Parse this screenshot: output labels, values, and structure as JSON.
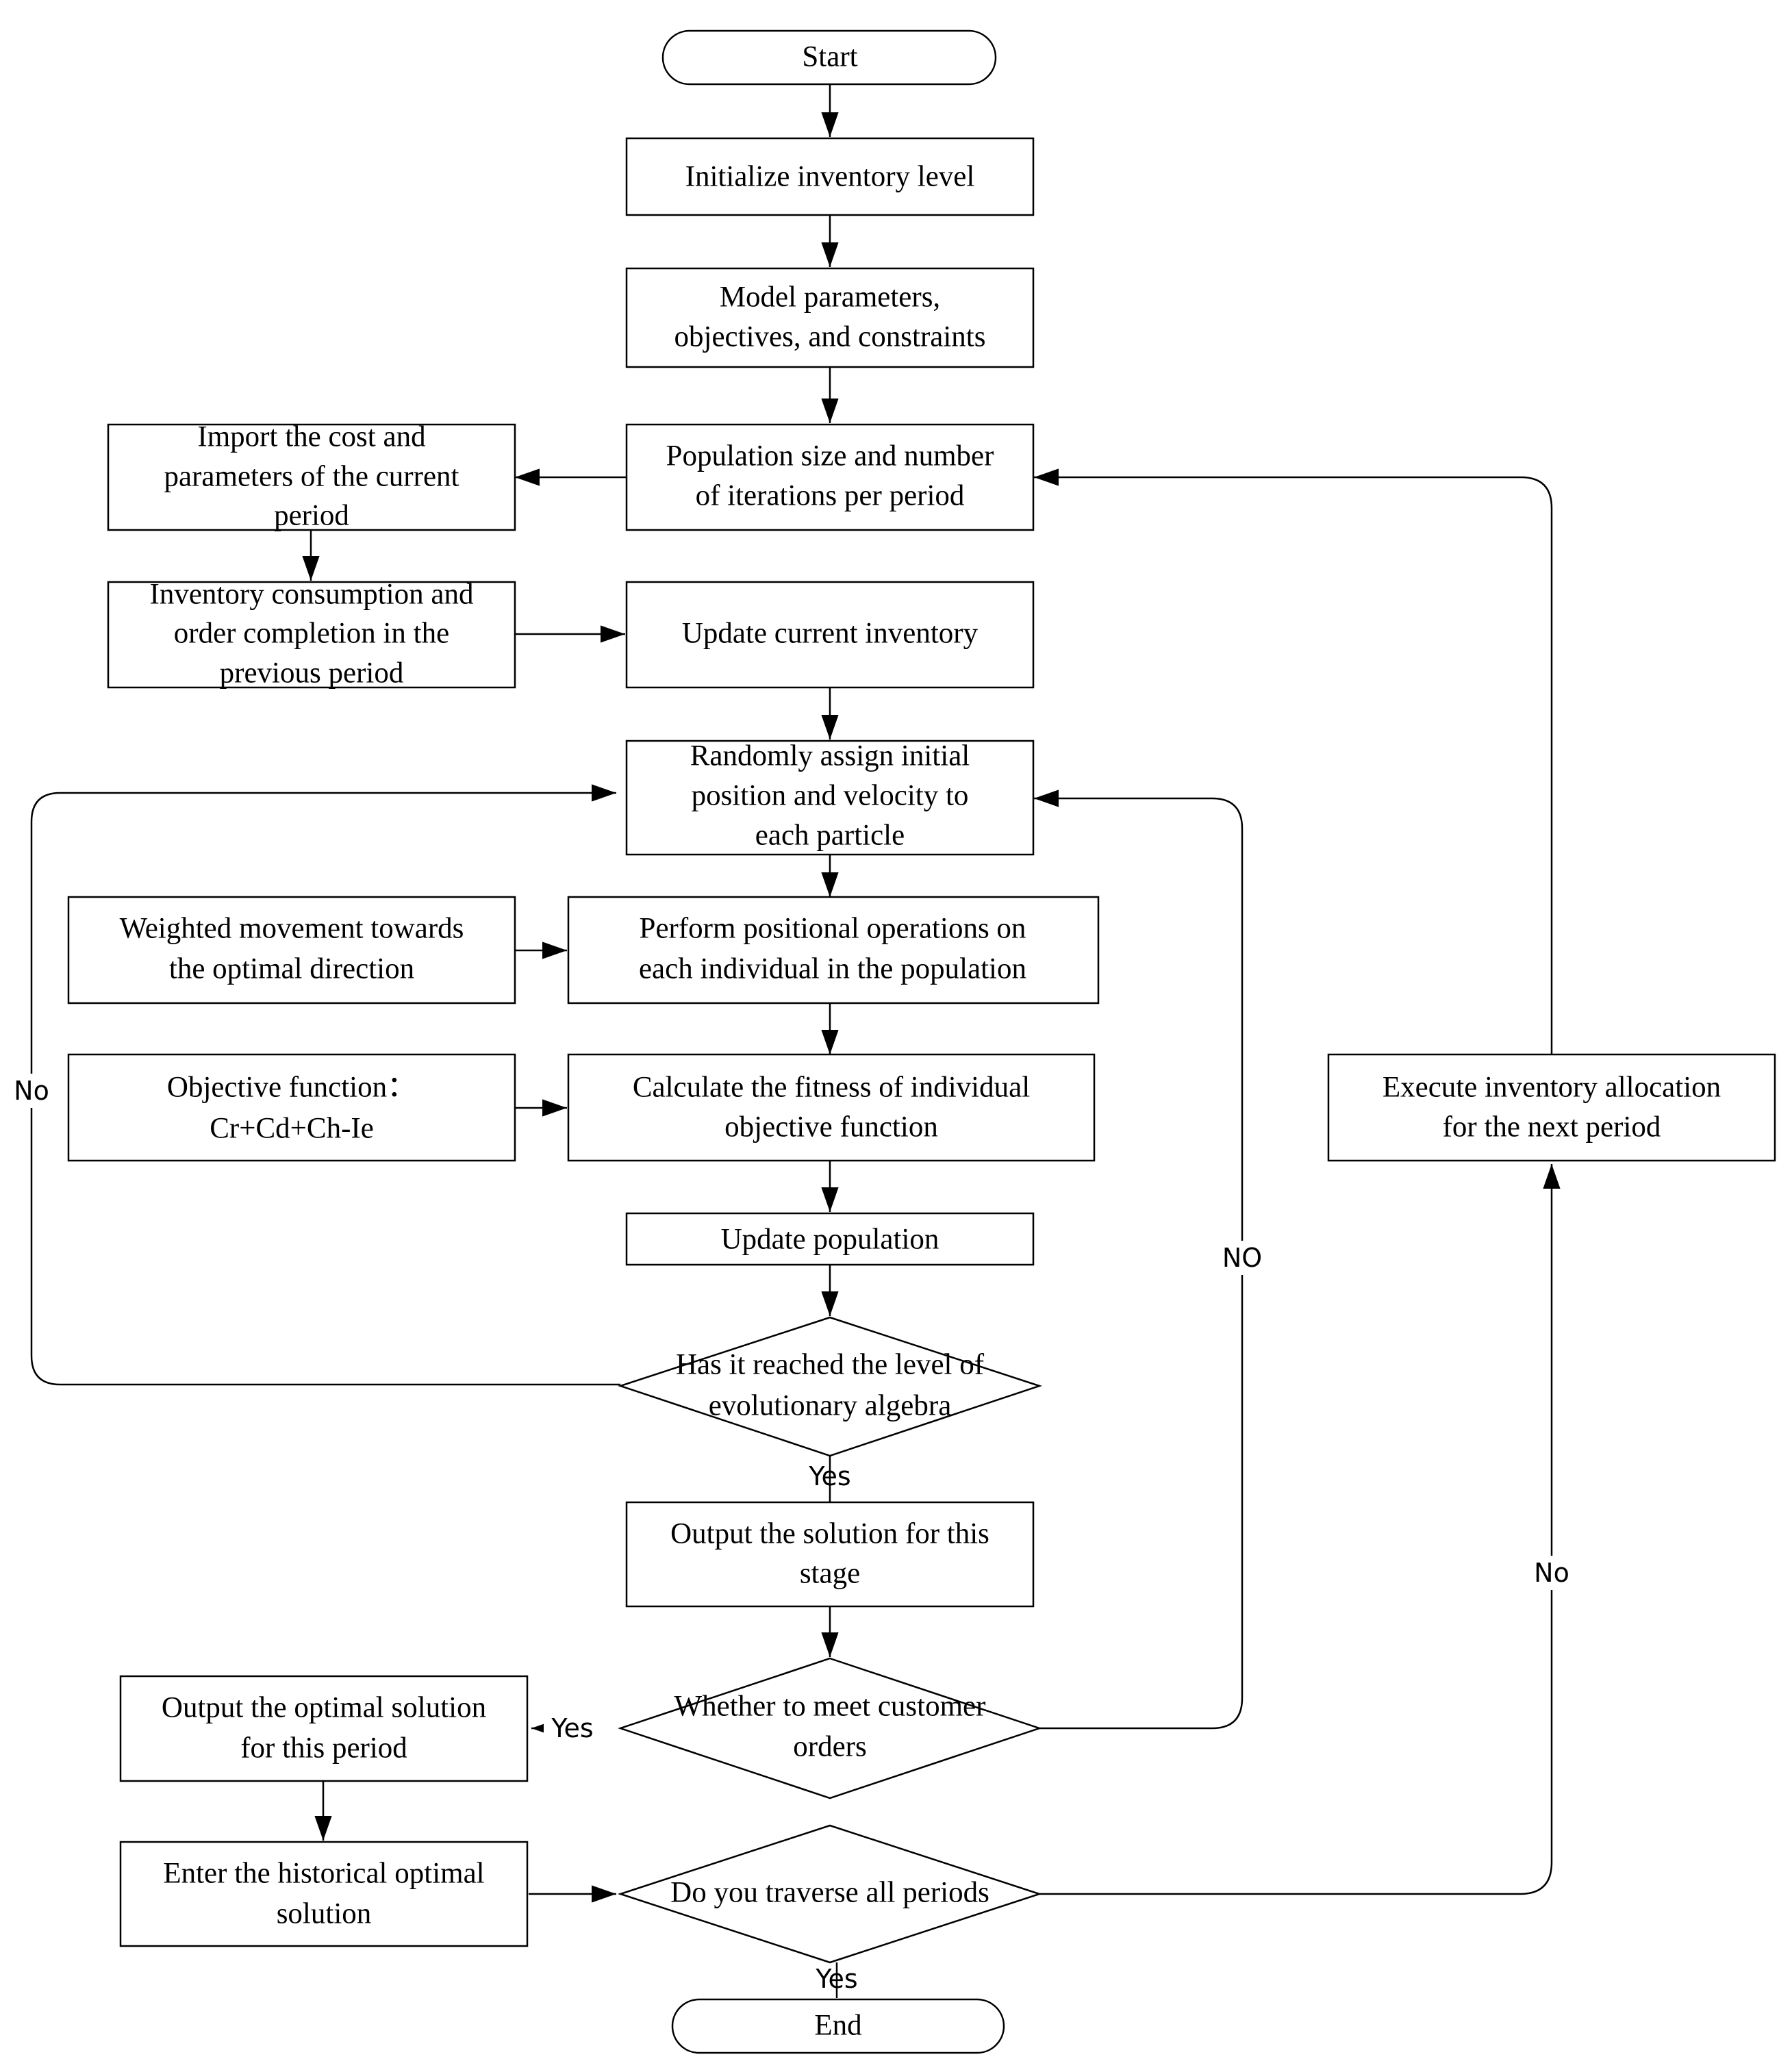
{
  "nodes": {
    "start": "Start",
    "init_inventory": "Initialize inventory level",
    "model_params": [
      "Model parameters,",
      "objectives, and constraints"
    ],
    "population_size": [
      "Population size and number",
      "of iterations per period"
    ],
    "import_cost": [
      "Import the cost and",
      "parameters of the current",
      "period"
    ],
    "inventory_consumption": [
      "Inventory consumption and",
      "order completion in the",
      "previous period"
    ],
    "update_inventory": "Update current inventory",
    "random_assign": [
      "Randomly assign initial",
      "position and velocity to",
      "each particle"
    ],
    "weighted_movement": [
      "Weighted movement towards",
      "the optimal direction"
    ],
    "positional_ops": [
      "Perform positional operations on",
      "each individual in the population"
    ],
    "objective_function": [
      "Objective function：",
      "Cr+Cd+Ch-Ie"
    ],
    "calc_fitness": [
      "Calculate the fitness of individual",
      "objective function"
    ],
    "update_population": "Update population",
    "reached_level": [
      "Has it reached the level of",
      "evolutionary algebra"
    ],
    "output_stage": [
      "Output the solution for this",
      "stage"
    ],
    "meet_orders": [
      "Whether to meet customer",
      "orders"
    ],
    "output_optimal": [
      "Output the optimal solution",
      "for this period"
    ],
    "historical_optimal": [
      "Enter the historical optimal",
      "solution"
    ],
    "traverse_periods": "Do you traverse all periods",
    "end": "End",
    "execute_allocation": [
      "Execute inventory allocation",
      "for the next period"
    ]
  },
  "edge_labels": {
    "reached_no": "No",
    "reached_yes": "Yes",
    "meet_no": "NO",
    "meet_yes": "Yes",
    "traverse_no": "No",
    "traverse_yes": "Yes"
  }
}
